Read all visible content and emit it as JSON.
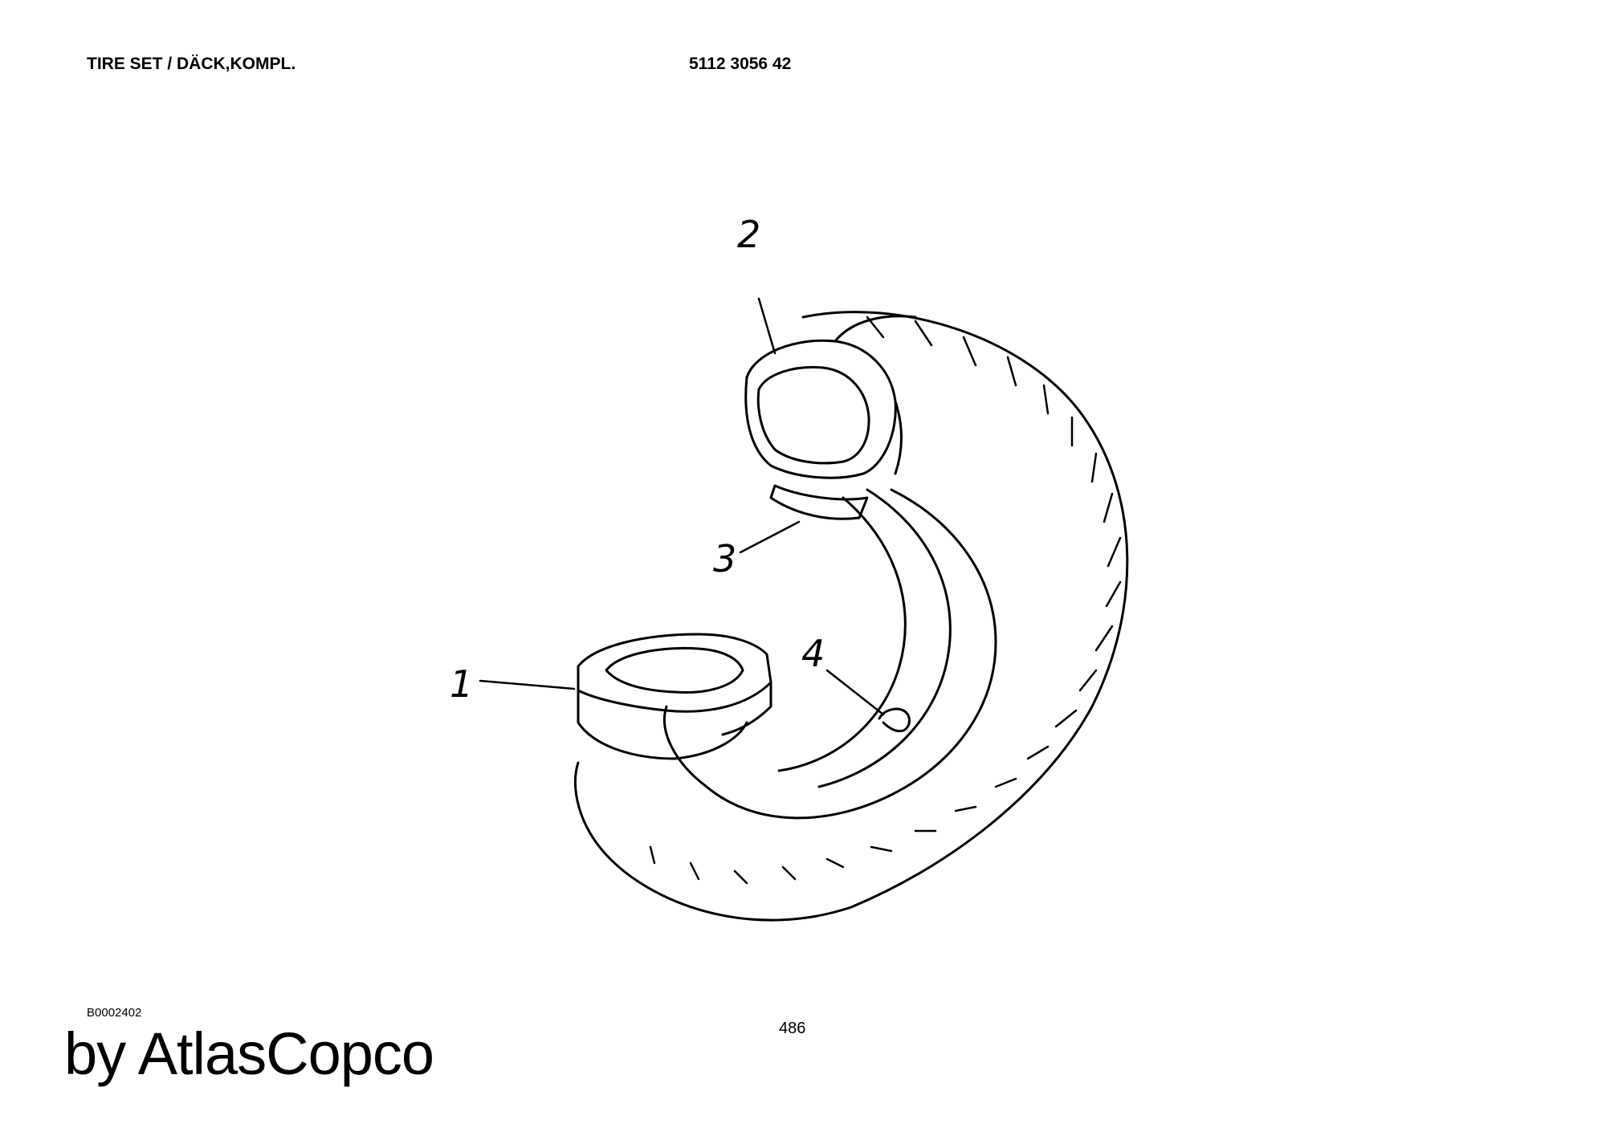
{
  "header": {
    "title": "TIRE SET / DÄCK,KOMPL.",
    "part_number": "5112 3056 42"
  },
  "callouts": [
    {
      "label": "1",
      "part": "tire"
    },
    {
      "label": "2",
      "part": "tube"
    },
    {
      "label": "3",
      "part": "flap"
    },
    {
      "label": "4",
      "part": "valve"
    }
  ],
  "footer": {
    "drawing_ref": "B0002402",
    "page_number": "486",
    "brand": "by AtlasCopco"
  }
}
